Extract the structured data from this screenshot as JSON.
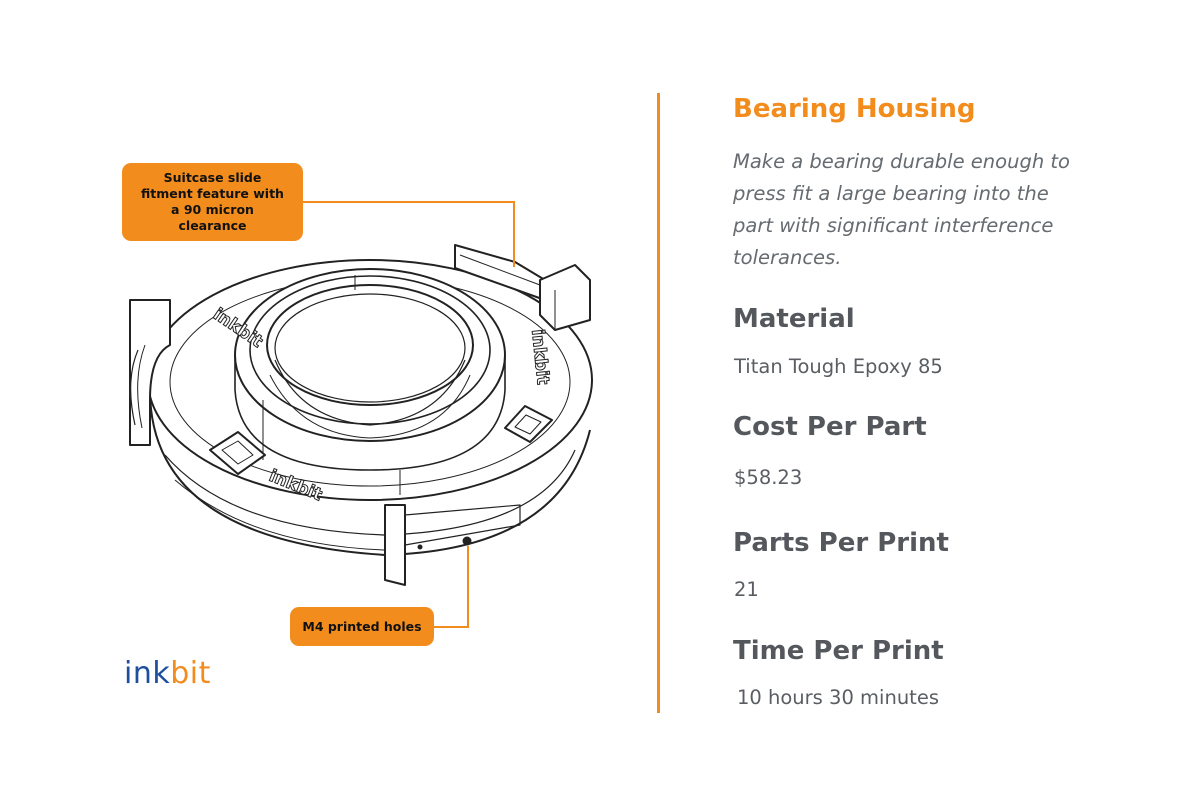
{
  "callouts": {
    "slide_fitment": "Suitcase slide fitment feature with a 90 micron clearance",
    "printed_holes": "M4 printed holes"
  },
  "drawing": {
    "engraving": "inkbit"
  },
  "logo": {
    "part1": "ink",
    "part2": "bit"
  },
  "info": {
    "title": "Bearing Housing",
    "description": "Make a bearing durable enough to press fit a large bearing into the part with significant interference tolerances.",
    "material_label": "Material",
    "material_value": "Titan Tough Epoxy 85",
    "cost_label": "Cost Per Part",
    "cost_value": "$58.23",
    "parts_label": "Parts Per Print",
    "parts_value": "21",
    "time_label": "Time Per Print",
    "time_value": "10 hours 30 minutes"
  },
  "colors": {
    "accent": "#f28c1c",
    "logo_blue": "#1e4f9e",
    "text_gray": "#54585d"
  }
}
